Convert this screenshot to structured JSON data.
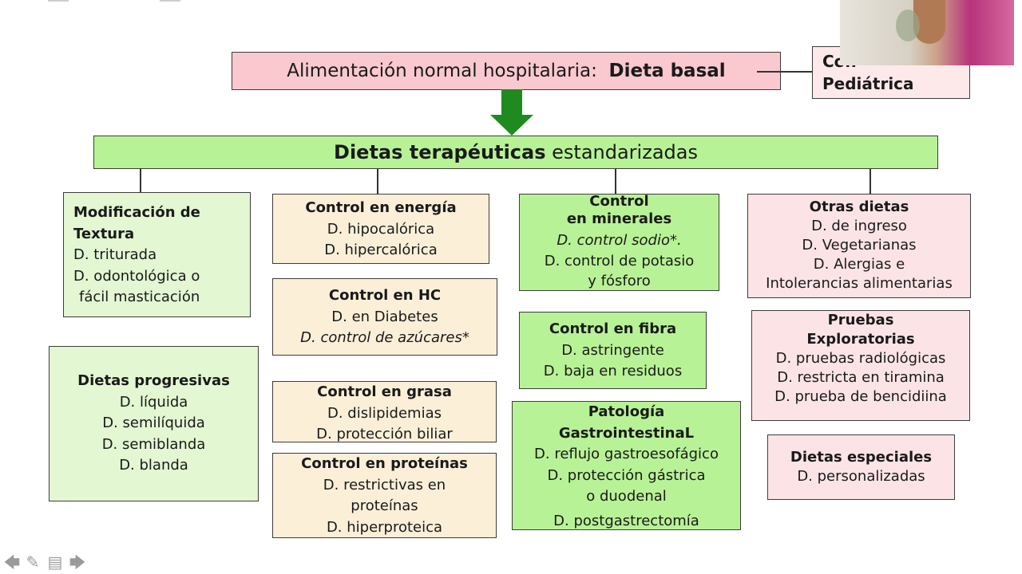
{
  "top": {
    "main_prefix": "Alimentación normal hospitalaria:",
    "main_bold": "Dieta basal",
    "side_line1": "Con",
    "side_line2": "Pediátrica"
  },
  "therapeutic": {
    "bold": "Dietas terapéuticas",
    "rest": "estandarizadas"
  },
  "textura": {
    "title1": "Modificación de",
    "title2": "Textura",
    "items": [
      "D. triturada",
      "D. odontológica o",
      "fácil masticación"
    ]
  },
  "progresivas": {
    "title": "Dietas progresivas",
    "items": [
      "D. líquida",
      "D. semilíquida",
      "D. semiblanda",
      "D. blanda"
    ]
  },
  "energia": {
    "title": "Control en energía",
    "items": [
      "D. hipocalórica",
      "D. hipercalórica"
    ]
  },
  "hc": {
    "title": "Control en HC",
    "items": [
      "D. en Diabetes"
    ],
    "italic": "D. control de azúcares*"
  },
  "grasa": {
    "title": "Control en grasa",
    "items": [
      "D. dislipidemias",
      "D. protección biliar"
    ]
  },
  "proteinas": {
    "title": "Control en proteínas",
    "items": [
      "D. restrictivas en",
      "proteínas",
      "D. hiperproteica"
    ]
  },
  "minerales": {
    "title1": "Control",
    "title2": "en minerales",
    "italic": "D. control sodio*.",
    "items": [
      "D. control de potasio",
      "y fósforo"
    ]
  },
  "fibra": {
    "title": "Control en fibra",
    "items": [
      "D. astringente",
      "D. baja en residuos"
    ]
  },
  "gastro": {
    "title1": "Patología",
    "title2": "GastrointestinaL",
    "items": [
      "D. reflujo gastroesofágico",
      "D. protección gástrica",
      "o duodenal",
      "D. postgastrectomía"
    ]
  },
  "otras": {
    "title": "Otras dietas",
    "items": [
      "D. de ingreso",
      "D. Vegetarianas",
      "D. Alergias e",
      "Intolerancias alimentarias"
    ]
  },
  "pruebas": {
    "title1": "Pruebas",
    "title2": "Exploratorias",
    "items": [
      "D. pruebas radiológicas",
      "D. restricta en tiramina",
      "D. prueba de bencidiina"
    ]
  },
  "especiales": {
    "title": "Dietas especiales",
    "items": [
      "D. personalizadas"
    ]
  },
  "colors": {
    "green_light": "#e2f7d2",
    "green": "#b8f296",
    "beige": "#fbefd8",
    "pink": "#fce4e6",
    "arrow": "#1f8a1f"
  },
  "toolbar": [
    "arrow-left-icon",
    "pencil-icon",
    "menu-icon",
    "arrow-right-icon"
  ]
}
